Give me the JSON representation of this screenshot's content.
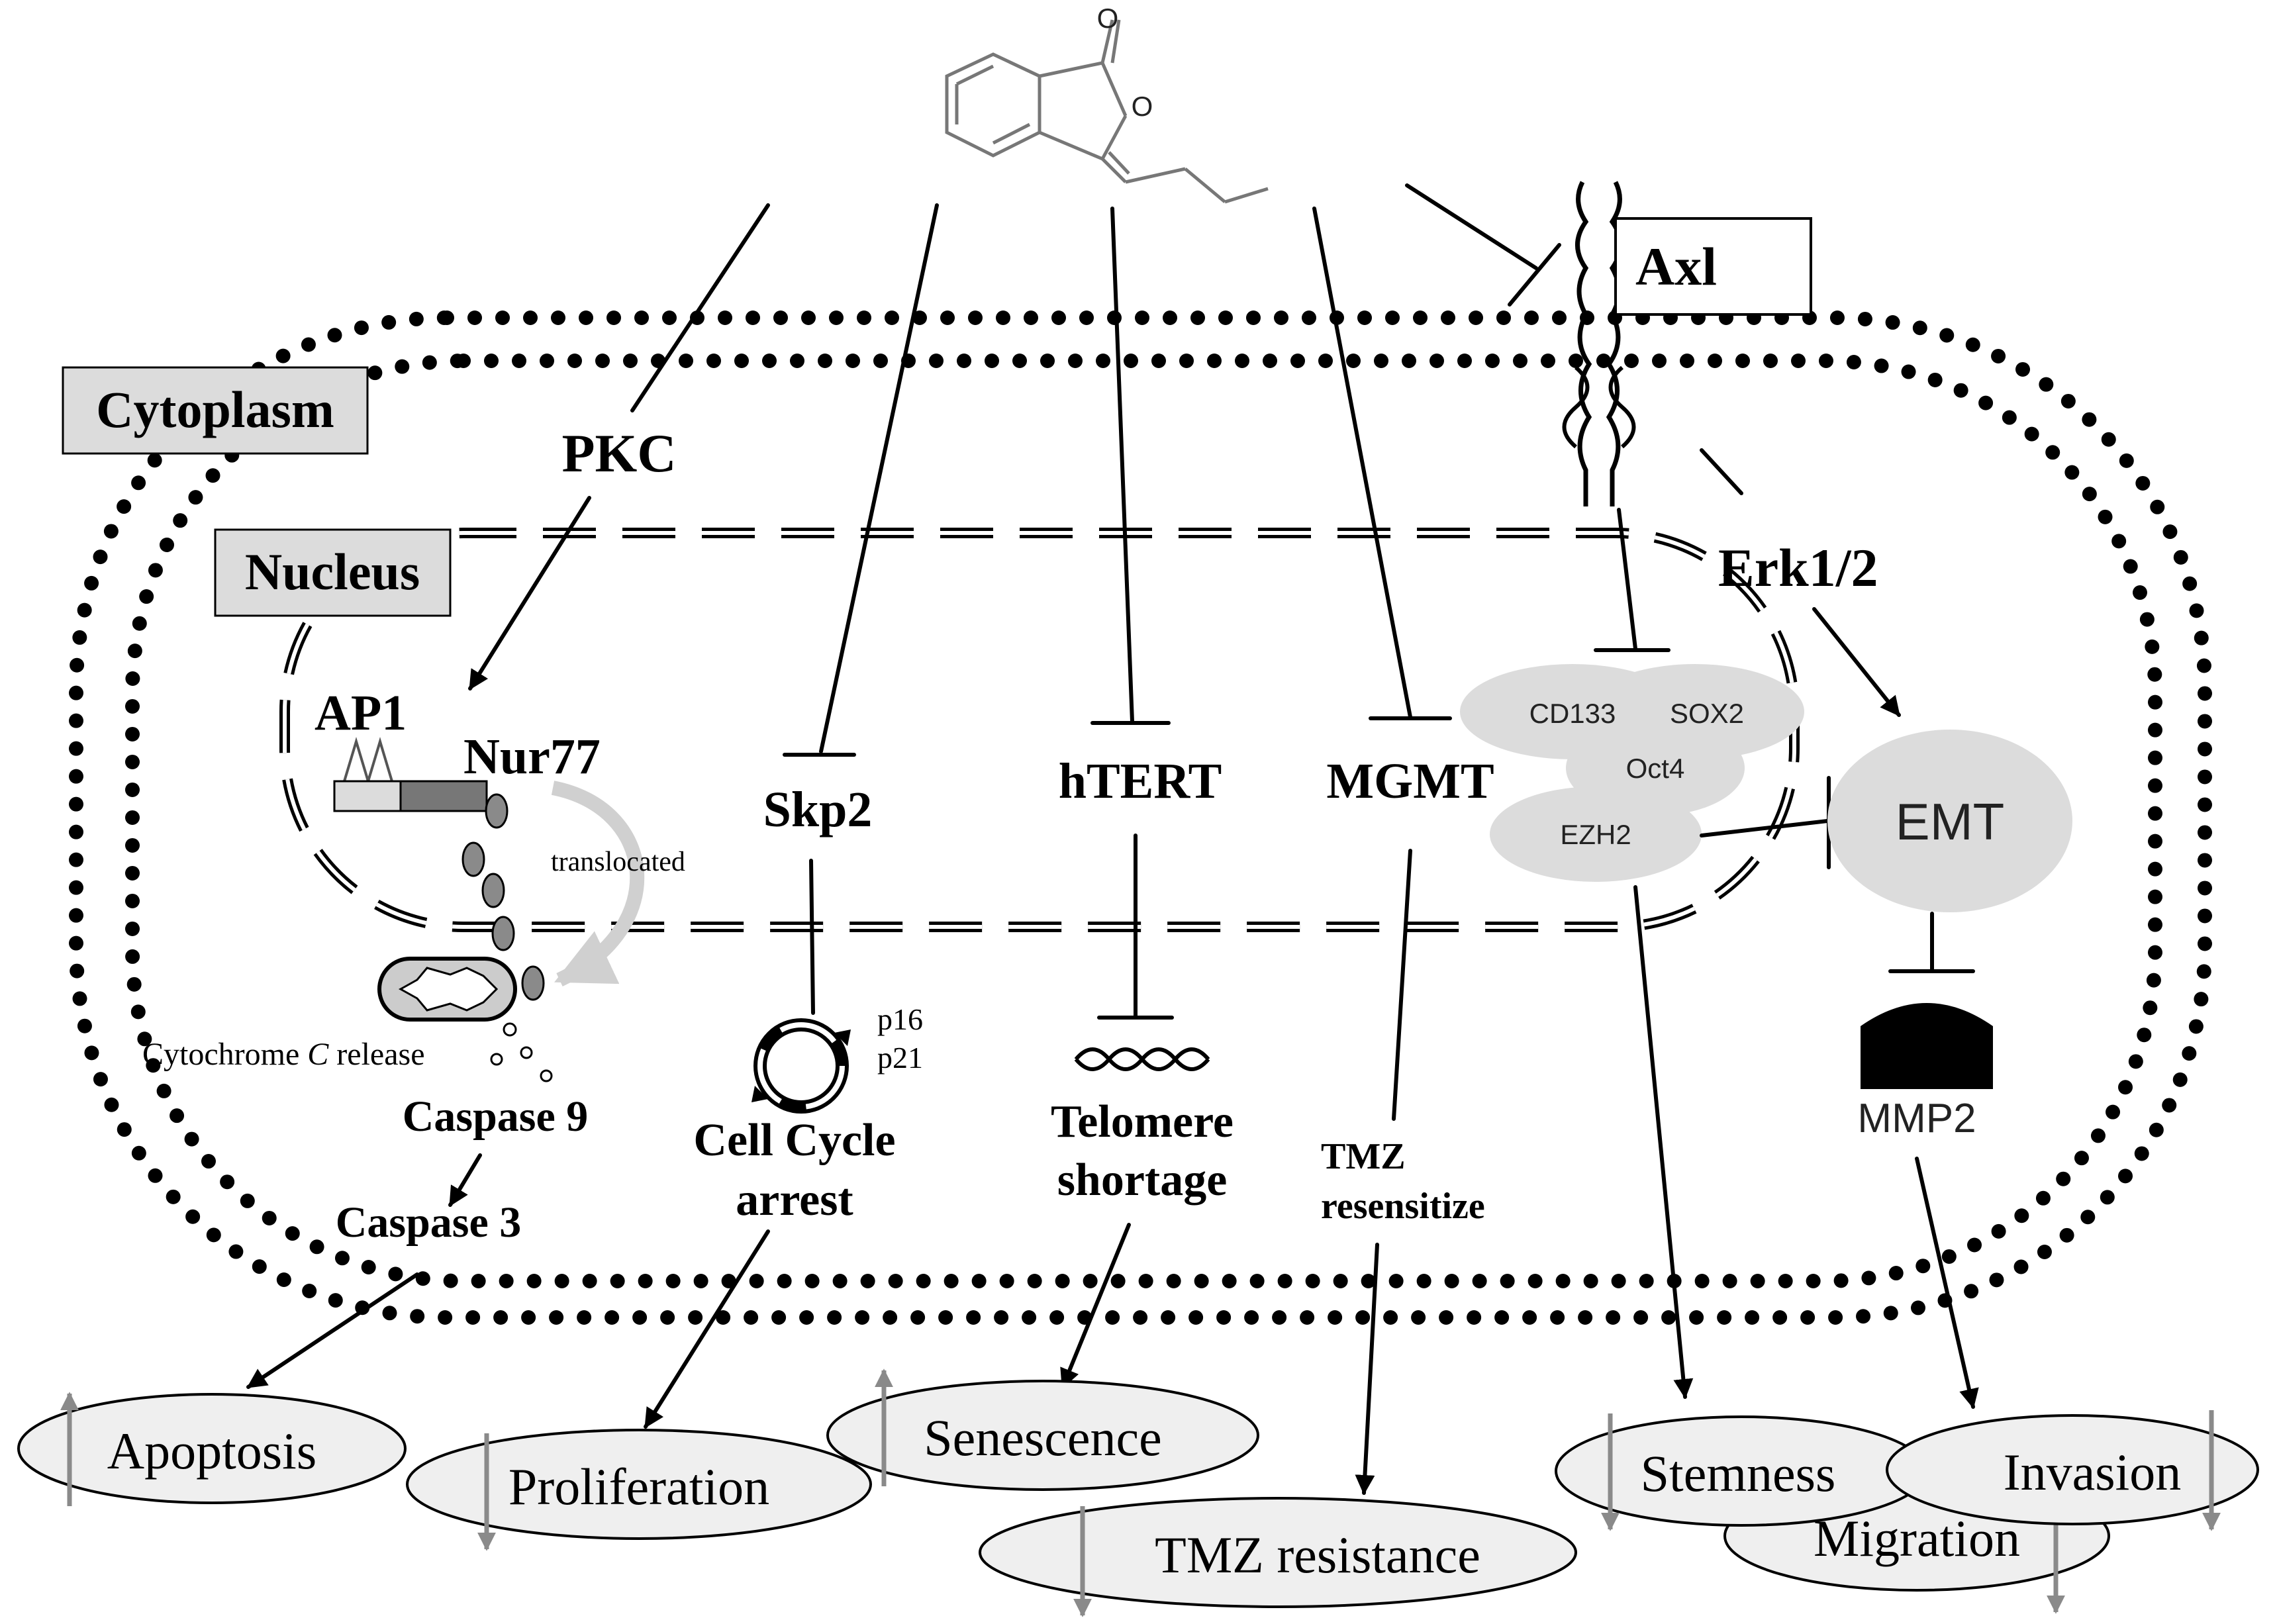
{
  "compartments": {
    "cytoplasm": "Cytoplasm",
    "nucleus": "Nucleus"
  },
  "nodes": {
    "pkc": "PKC",
    "ap1": "AP1",
    "nur77": "Nur77",
    "translocated": "translocated",
    "cytochrome_prefix": "Cytochrome ",
    "cytochrome_c": "C",
    "cytochrome_suffix": " release",
    "caspase9": "Caspase 9",
    "caspase3": "Caspase 3",
    "skp2": "Skp2",
    "p16": "p16",
    "p21": "p21",
    "cell_cycle_1": "Cell Cycle",
    "cell_cycle_2": "arrest",
    "htert": "hTERT",
    "telomere_1": "Telomere",
    "telomere_2": "shortage",
    "mgmt": "MGMT",
    "tmz_1": "TMZ",
    "tmz_2": "resensitize",
    "axl": "Axl",
    "erk": "Erk1/2",
    "cd133": "CD133",
    "sox2": "SOX2",
    "oct4": "Oct4",
    "ezh2": "EZH2",
    "emt": "EMT",
    "mmp2": "MMP2"
  },
  "outcomes": {
    "apoptosis": "Apoptosis",
    "proliferation": "Proliferation",
    "senescence": "Senescence",
    "tmz_resistance": "TMZ resistance",
    "stemness": "Stemness",
    "invasion": "Invasion",
    "migration": "Migration"
  },
  "molecule": {
    "carbonyl_o": "O",
    "ring_o": "O"
  },
  "colors": {
    "ellipse_fill": "#dcdcdc",
    "outcome_fill": "#efefef",
    "indicator_arrow": "#8a8a8a",
    "label_box": "#dcdcdc"
  }
}
